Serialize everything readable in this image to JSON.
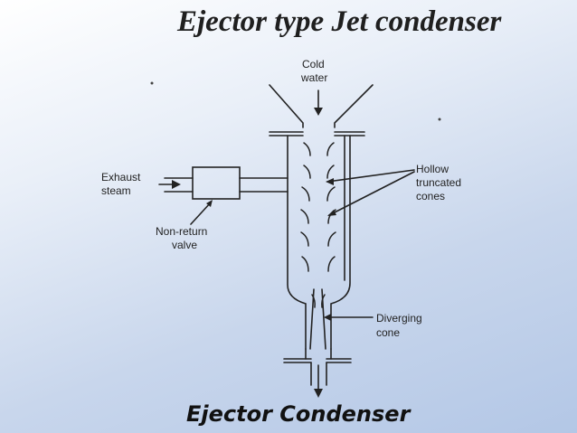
{
  "title": "Ejector type Jet condenser",
  "caption": "Ejector Condenser",
  "labels": {
    "cold_water_1": "Cold",
    "cold_water_2": "water",
    "exhaust_steam_1": "Exhaust",
    "exhaust_steam_2": "steam",
    "non_return_valve_1": "Non-return",
    "non_return_valve_2": "valve",
    "hollow_cones_1": "Hollow",
    "hollow_cones_2": "truncated",
    "hollow_cones_3": "cones",
    "diverging_cone_1": "Diverging",
    "diverging_cone_2": "cone"
  }
}
